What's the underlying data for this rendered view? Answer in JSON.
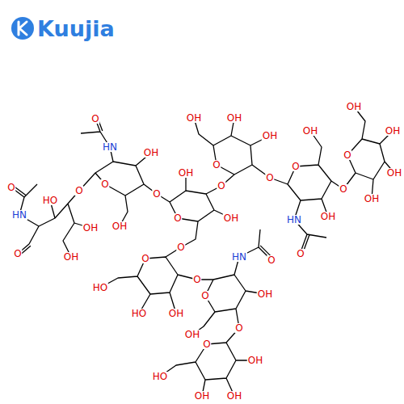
{
  "diagram": {
    "labels": [
      "Kuujia",
      "O",
      "HN",
      "OH",
      "O",
      "O",
      "O",
      "OH",
      "HO",
      "HN",
      "O",
      "OH",
      "O",
      "OH",
      "OH",
      "O",
      "O",
      "OH",
      "O",
      "OH",
      "OH",
      "O",
      "OH",
      "O",
      "OH",
      "O",
      "O",
      "HN",
      "OH",
      "O",
      "OH",
      "OH",
      "O",
      "OH",
      "OH",
      "O",
      "O",
      "HO",
      "HO",
      "OH",
      "HN",
      "O",
      "O",
      "OH",
      "OH",
      "O",
      "O",
      "OH",
      "HO",
      "OH",
      "OH"
    ]
  }
}
